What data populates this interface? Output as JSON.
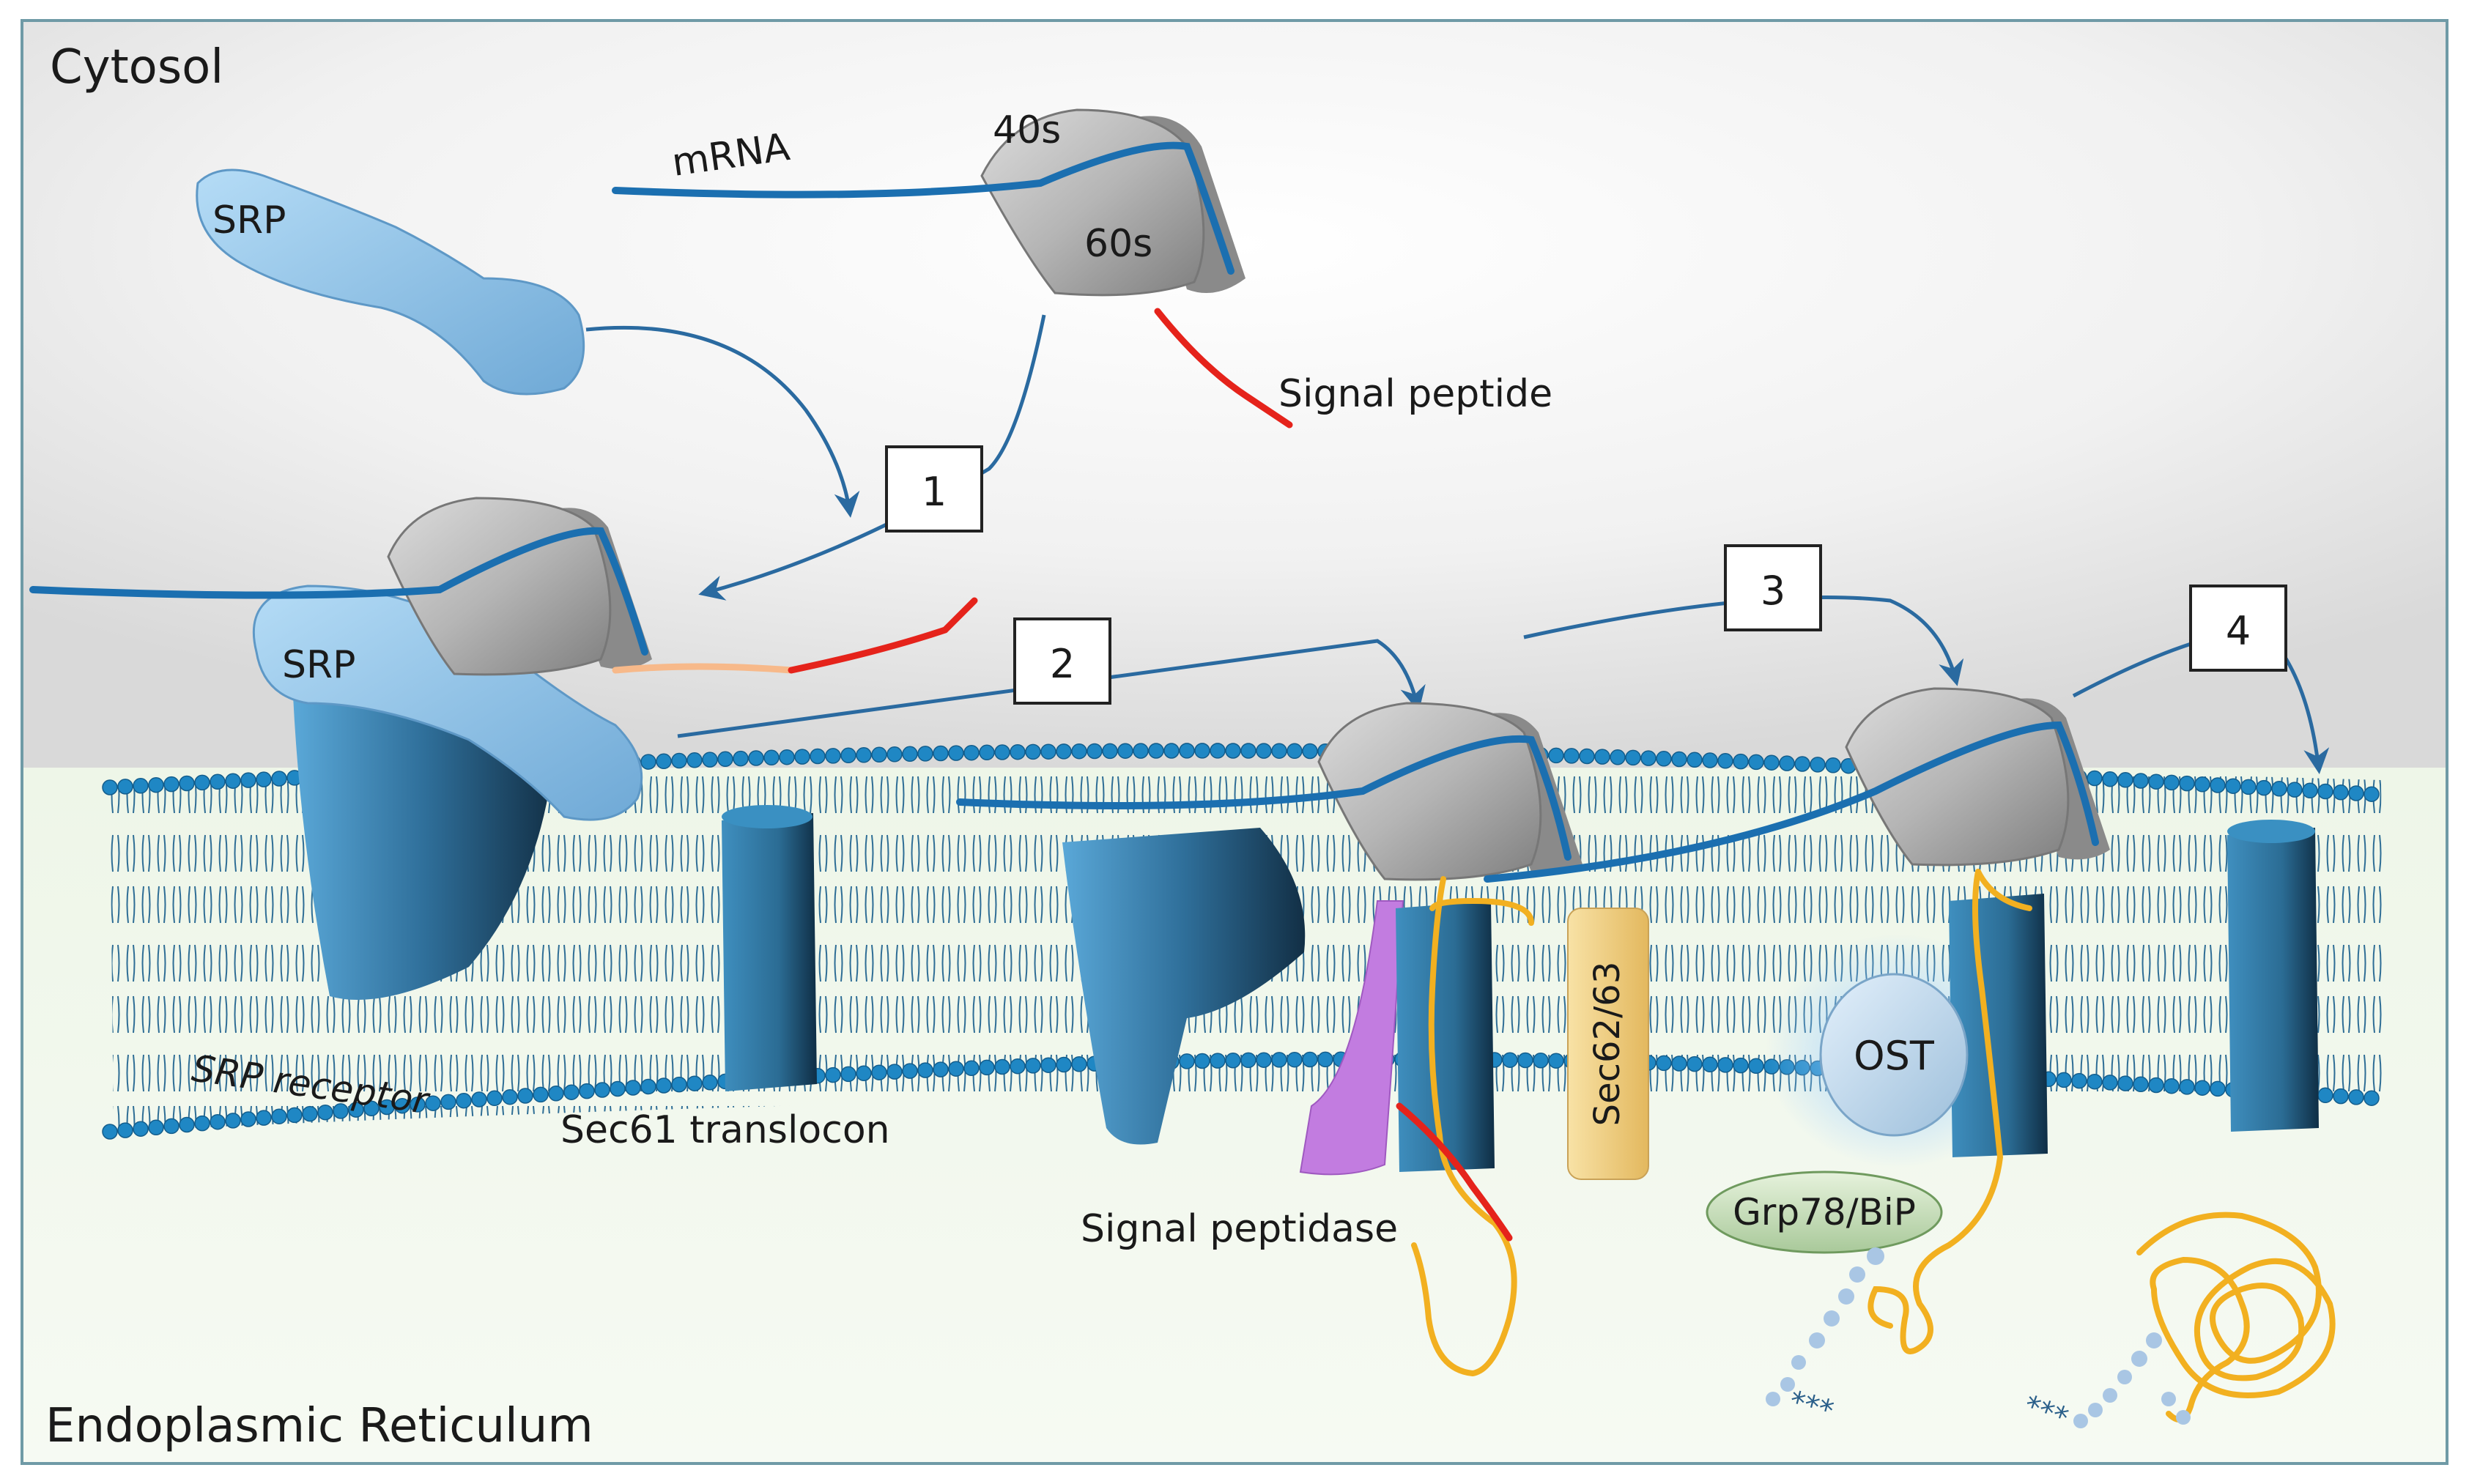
{
  "regions": {
    "cytosol": "Cytosol",
    "er": "Endoplasmic Reticulum"
  },
  "labels": {
    "mrna": "mRNA",
    "subunit_small": "40s",
    "subunit_large": "60s",
    "srp_free": "SRP",
    "srp_bound": "SRP",
    "signal_peptide": "Signal peptide",
    "srp_receptor": "SRP receptor",
    "sec61": "Sec61 translocon",
    "signal_peptidase": "Signal peptidase",
    "sec62_63": "Sec62/63",
    "ost": "OST",
    "bip": "Grp78/BiP"
  },
  "steps": [
    "1",
    "2",
    "3",
    "4"
  ],
  "colors": {
    "membrane_head": "#1f87c4",
    "mrna": "#1b6fb0",
    "ribosome": "#a9a9a9",
    "srp": "#8ec3ea",
    "signal_peptide": "#e5231b",
    "chain": "#f2b020",
    "signal_peptidase": "#c27ce0",
    "sec62": "#f2d38a",
    "arrow": "#2a6aa0"
  }
}
